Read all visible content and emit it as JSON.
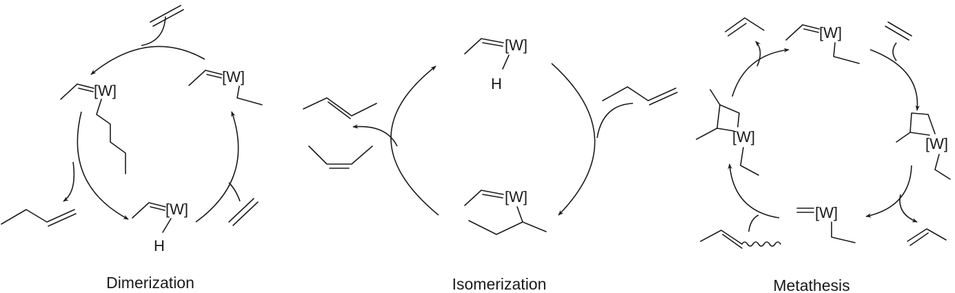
{
  "atoms": {
    "metal": "[W]",
    "hydride": "H"
  },
  "captions": {
    "dimerization": "Dimerization",
    "isomerization": "Isomerization",
    "metathesis": "Metathesis"
  }
}
